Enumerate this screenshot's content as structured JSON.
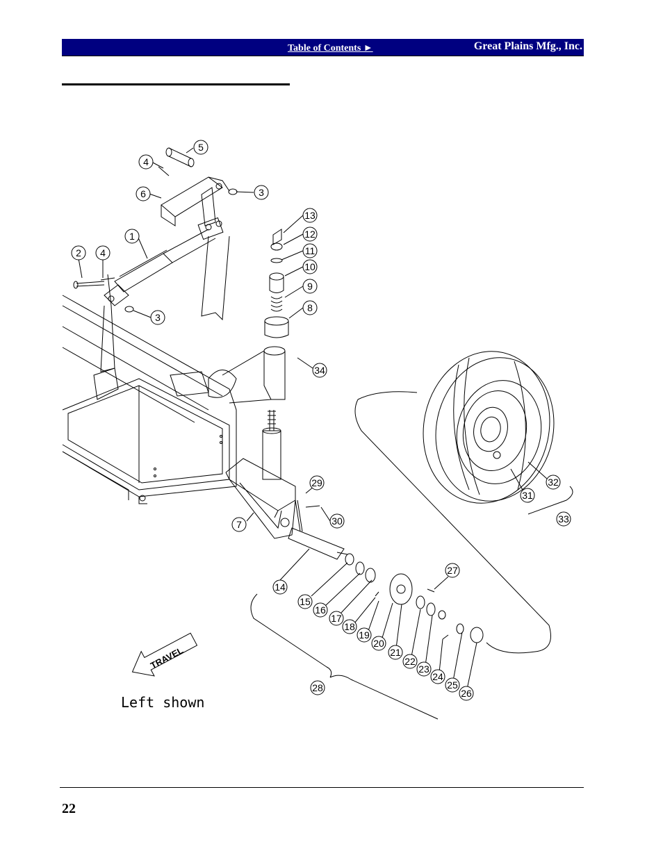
{
  "header": {
    "toc_label": "Table of Contents ►",
    "company": "Great Plains Mfg., Inc."
  },
  "diagram": {
    "travel_label": "TRAVEL",
    "note": "Left shown",
    "callouts": [
      {
        "id": "1",
        "label": "1"
      },
      {
        "id": "2",
        "label": "2"
      },
      {
        "id": "3a",
        "label": "3"
      },
      {
        "id": "3b",
        "label": "3"
      },
      {
        "id": "4a",
        "label": "4"
      },
      {
        "id": "4b",
        "label": "4"
      },
      {
        "id": "5",
        "label": "5"
      },
      {
        "id": "6",
        "label": "6"
      },
      {
        "id": "7",
        "label": "7"
      },
      {
        "id": "8",
        "label": "8"
      },
      {
        "id": "9",
        "label": "9"
      },
      {
        "id": "10",
        "label": "10"
      },
      {
        "id": "11",
        "label": "11"
      },
      {
        "id": "12",
        "label": "12"
      },
      {
        "id": "13",
        "label": "13"
      },
      {
        "id": "14",
        "label": "14"
      },
      {
        "id": "15",
        "label": "15"
      },
      {
        "id": "16",
        "label": "16"
      },
      {
        "id": "17",
        "label": "17"
      },
      {
        "id": "18",
        "label": "18"
      },
      {
        "id": "19",
        "label": "19"
      },
      {
        "id": "20",
        "label": "20"
      },
      {
        "id": "21",
        "label": "21"
      },
      {
        "id": "22",
        "label": "22"
      },
      {
        "id": "23",
        "label": "23"
      },
      {
        "id": "24",
        "label": "24"
      },
      {
        "id": "25",
        "label": "25"
      },
      {
        "id": "26",
        "label": "26"
      },
      {
        "id": "27",
        "label": "27"
      },
      {
        "id": "28",
        "label": "28"
      },
      {
        "id": "29",
        "label": "29"
      },
      {
        "id": "30",
        "label": "30"
      },
      {
        "id": "31",
        "label": "31"
      },
      {
        "id": "32",
        "label": "32"
      },
      {
        "id": "33",
        "label": "33"
      },
      {
        "id": "34",
        "label": "34"
      }
    ]
  },
  "footer": {
    "page_number": "22"
  }
}
